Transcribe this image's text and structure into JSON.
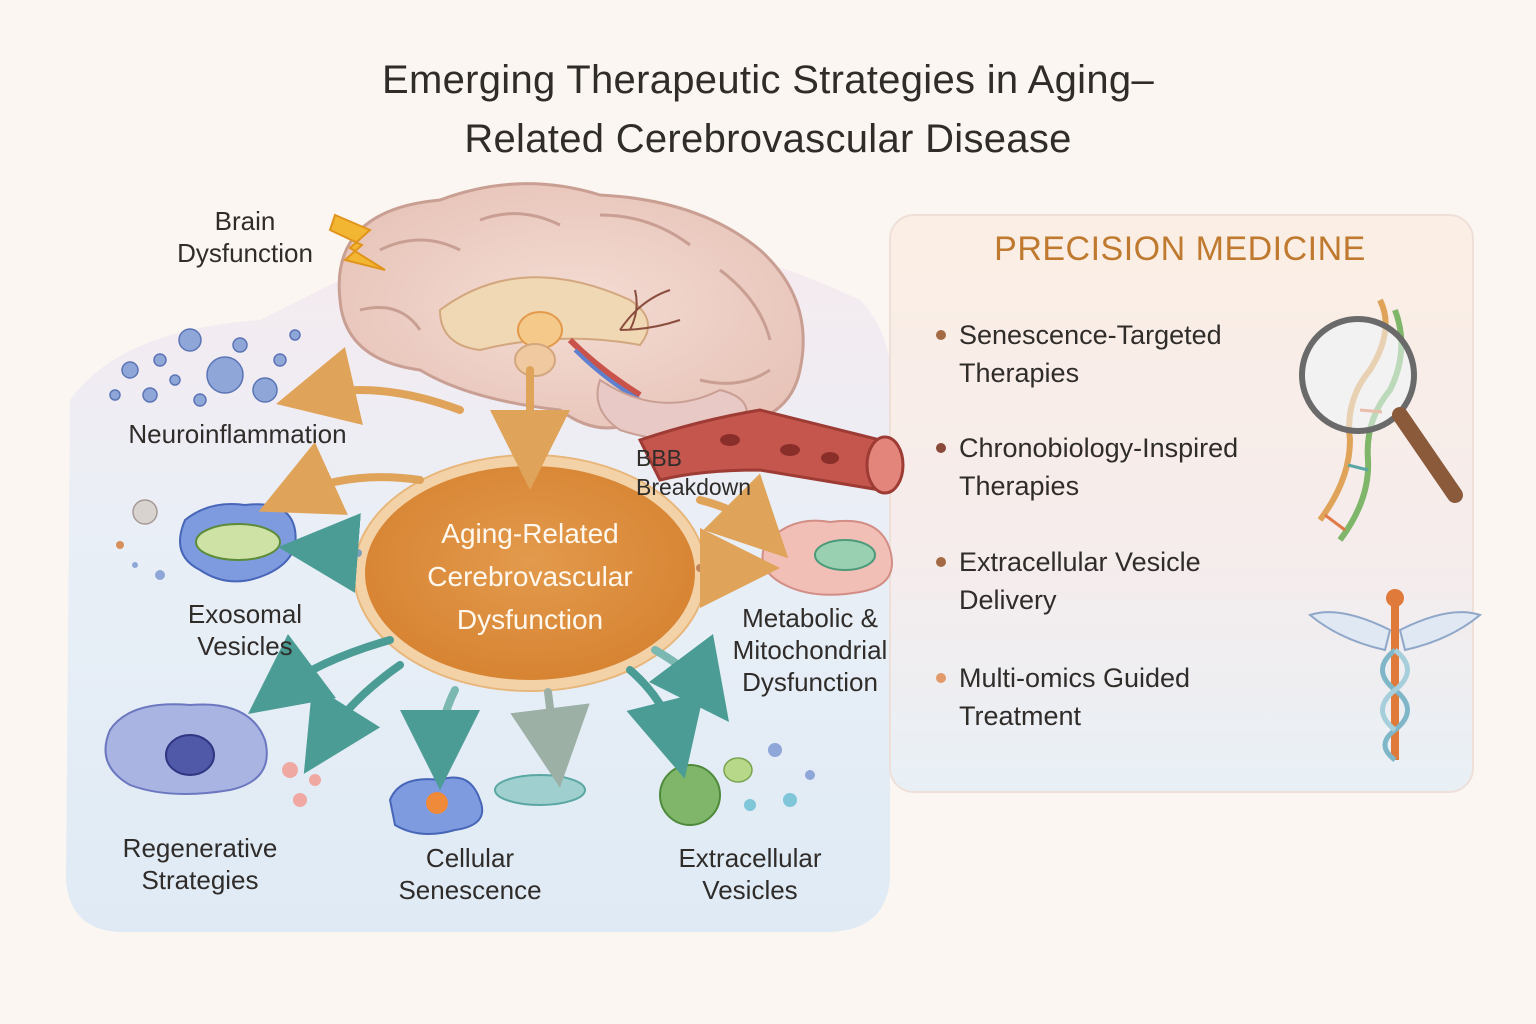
{
  "title": {
    "line1": "Emerging Therapeutic Strategies in Aging–",
    "line2": "Related Cerebrovascular Disease"
  },
  "center": {
    "line1": "Aging-Related",
    "line2": "Cerebrovascular",
    "line3": "Dysfunction"
  },
  "labels": {
    "brain_dysfunction": [
      "Brain",
      "Dysfunction"
    ],
    "neuroinflammation": "Neuroinflammation",
    "bbb_breakdown": [
      "BBB",
      "Breakdown"
    ],
    "exosomal_vesicles": [
      "Exosomal",
      "Vesicles"
    ],
    "metabolic": [
      "Metabolic &",
      "Mitochondrial",
      "Dysfunction"
    ],
    "regenerative": [
      "Regenerative",
      "Strategies"
    ],
    "cellular_senescence": [
      "Cellular",
      "Senescence"
    ],
    "extracellular_vesicles": [
      "Extracellular",
      "Vesicles"
    ]
  },
  "precision_medicine": {
    "heading": "PRECISION MEDICINE",
    "items": [
      {
        "line1": "Senescence-Targeted",
        "line2": "Therapies"
      },
      {
        "line1": "Chronobiology-Inspired",
        "line2": "Therapies"
      },
      {
        "line1": "Extracellular Vesicle",
        "line2": "Delivery"
      },
      {
        "line1": "Multi-omics Guided",
        "line2": "Treatment"
      }
    ]
  },
  "icons": [
    "lightning-bolt-icon",
    "magnifier-dna-icon",
    "caduceus-icon"
  ],
  "colors": {
    "accent_orange": "#d98a3a",
    "heading_orange": "#c07a2f",
    "teal_arrow": "#5aa7a3",
    "bullet": "#a36a43"
  }
}
